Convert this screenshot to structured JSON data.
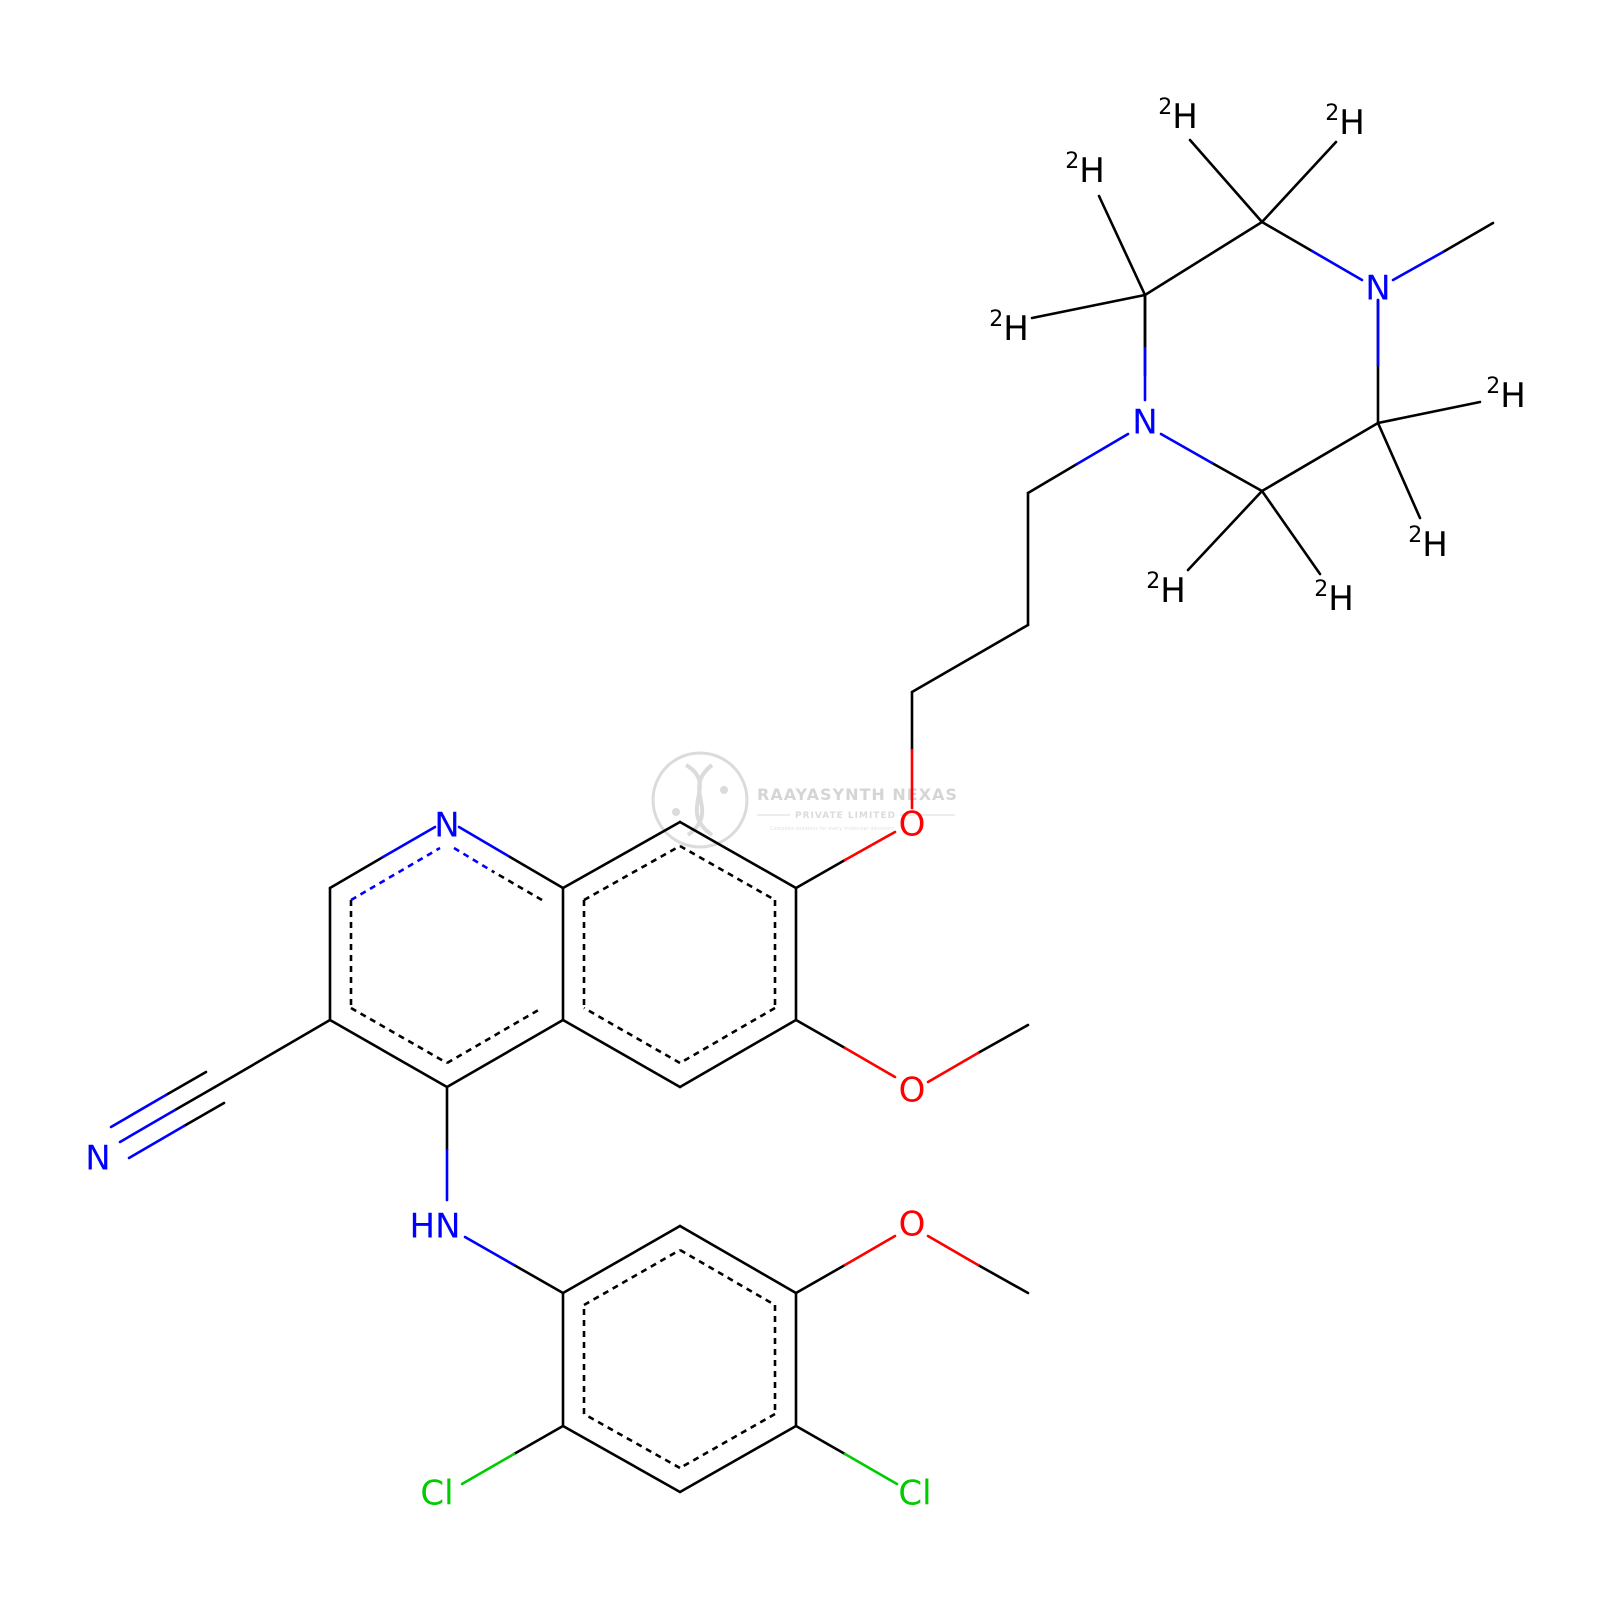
{
  "watermark": {
    "company": "RAAYASYNTH NEXAS",
    "subtitle": "PRIVATE LIMITED",
    "tagline": "Complete solutions for every molecular discovery"
  },
  "colors": {
    "bond": "#000000",
    "nitrogen": "#0000ff",
    "oxygen": "#ff0000",
    "chlorine": "#00cc00",
    "watermark": "#9a9a9a"
  },
  "atoms": [
    {
      "id": "N_ring",
      "text": "N",
      "element": "N"
    },
    {
      "id": "N_nitrile",
      "text": "N",
      "element": "N"
    },
    {
      "id": "NH",
      "text": "HN",
      "element": "N"
    },
    {
      "id": "O_ether",
      "text": "O",
      "element": "O"
    },
    {
      "id": "O_methoxy1",
      "text": "O",
      "element": "O"
    },
    {
      "id": "O_methoxy2",
      "text": "O",
      "element": "O"
    },
    {
      "id": "Cl_left",
      "text": "Cl",
      "element": "Cl"
    },
    {
      "id": "Cl_right",
      "text": "Cl",
      "element": "Cl"
    },
    {
      "id": "N_pip1",
      "text": "N",
      "element": "N"
    },
    {
      "id": "N_pip4",
      "text": "N",
      "element": "N"
    }
  ],
  "deuteriums": [
    {
      "id": "D1",
      "isotope": "2",
      "symbol": "H"
    },
    {
      "id": "D2",
      "isotope": "2",
      "symbol": "H"
    },
    {
      "id": "D3",
      "isotope": "2",
      "symbol": "H"
    },
    {
      "id": "D4",
      "isotope": "2",
      "symbol": "H"
    },
    {
      "id": "D5",
      "isotope": "2",
      "symbol": "H"
    },
    {
      "id": "D6",
      "isotope": "2",
      "symbol": "H"
    },
    {
      "id": "D7",
      "isotope": "2",
      "symbol": "H"
    },
    {
      "id": "D8",
      "isotope": "2",
      "symbol": "H"
    }
  ]
}
